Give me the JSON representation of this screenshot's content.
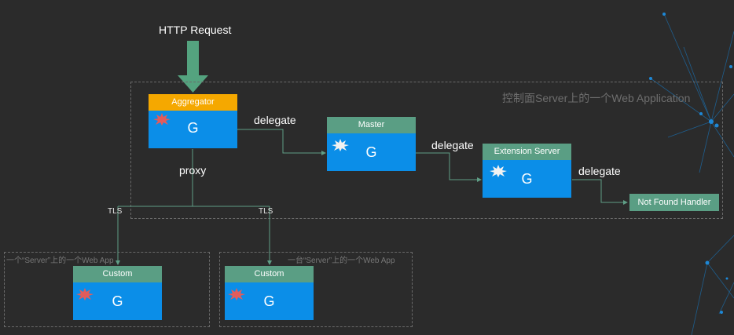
{
  "title": "HTTP Request",
  "main_group": {
    "label": "控制面Server上的一个Web Application"
  },
  "sub_groups": [
    {
      "label": "一个“Server”上的一个Web App"
    },
    {
      "label": "一台“Server”上的一个Web App"
    }
  ],
  "nodes": {
    "aggregator": {
      "label": "Aggregator",
      "glyph": "G"
    },
    "master": {
      "label": "Master",
      "glyph": "G"
    },
    "extension": {
      "label": "Extension Server",
      "glyph": "G"
    },
    "not_found": {
      "label": "Not Found Handler"
    },
    "custom1": {
      "label": "Custom",
      "glyph": "G"
    },
    "custom2": {
      "label": "Custom",
      "glyph": "G"
    }
  },
  "edges": {
    "delegate1": "delegate",
    "delegate2": "delegate",
    "delegate3": "delegate",
    "proxy": "proxy",
    "tls1": "TLS",
    "tls2": "TLS"
  },
  "colors": {
    "background": "#2b2b2b",
    "node_body": "#0b8ee8",
    "node_head_green": "#5a9e84",
    "aggregator_head": "#f5a800",
    "arrow_green": "#54a37f",
    "connector": "#5f9e86",
    "badge_red": "#e25c5c",
    "badge_white": "#f2f2f2"
  },
  "icons": {
    "big_arrow": "down-arrow-icon",
    "badge": "starburst-icon"
  }
}
